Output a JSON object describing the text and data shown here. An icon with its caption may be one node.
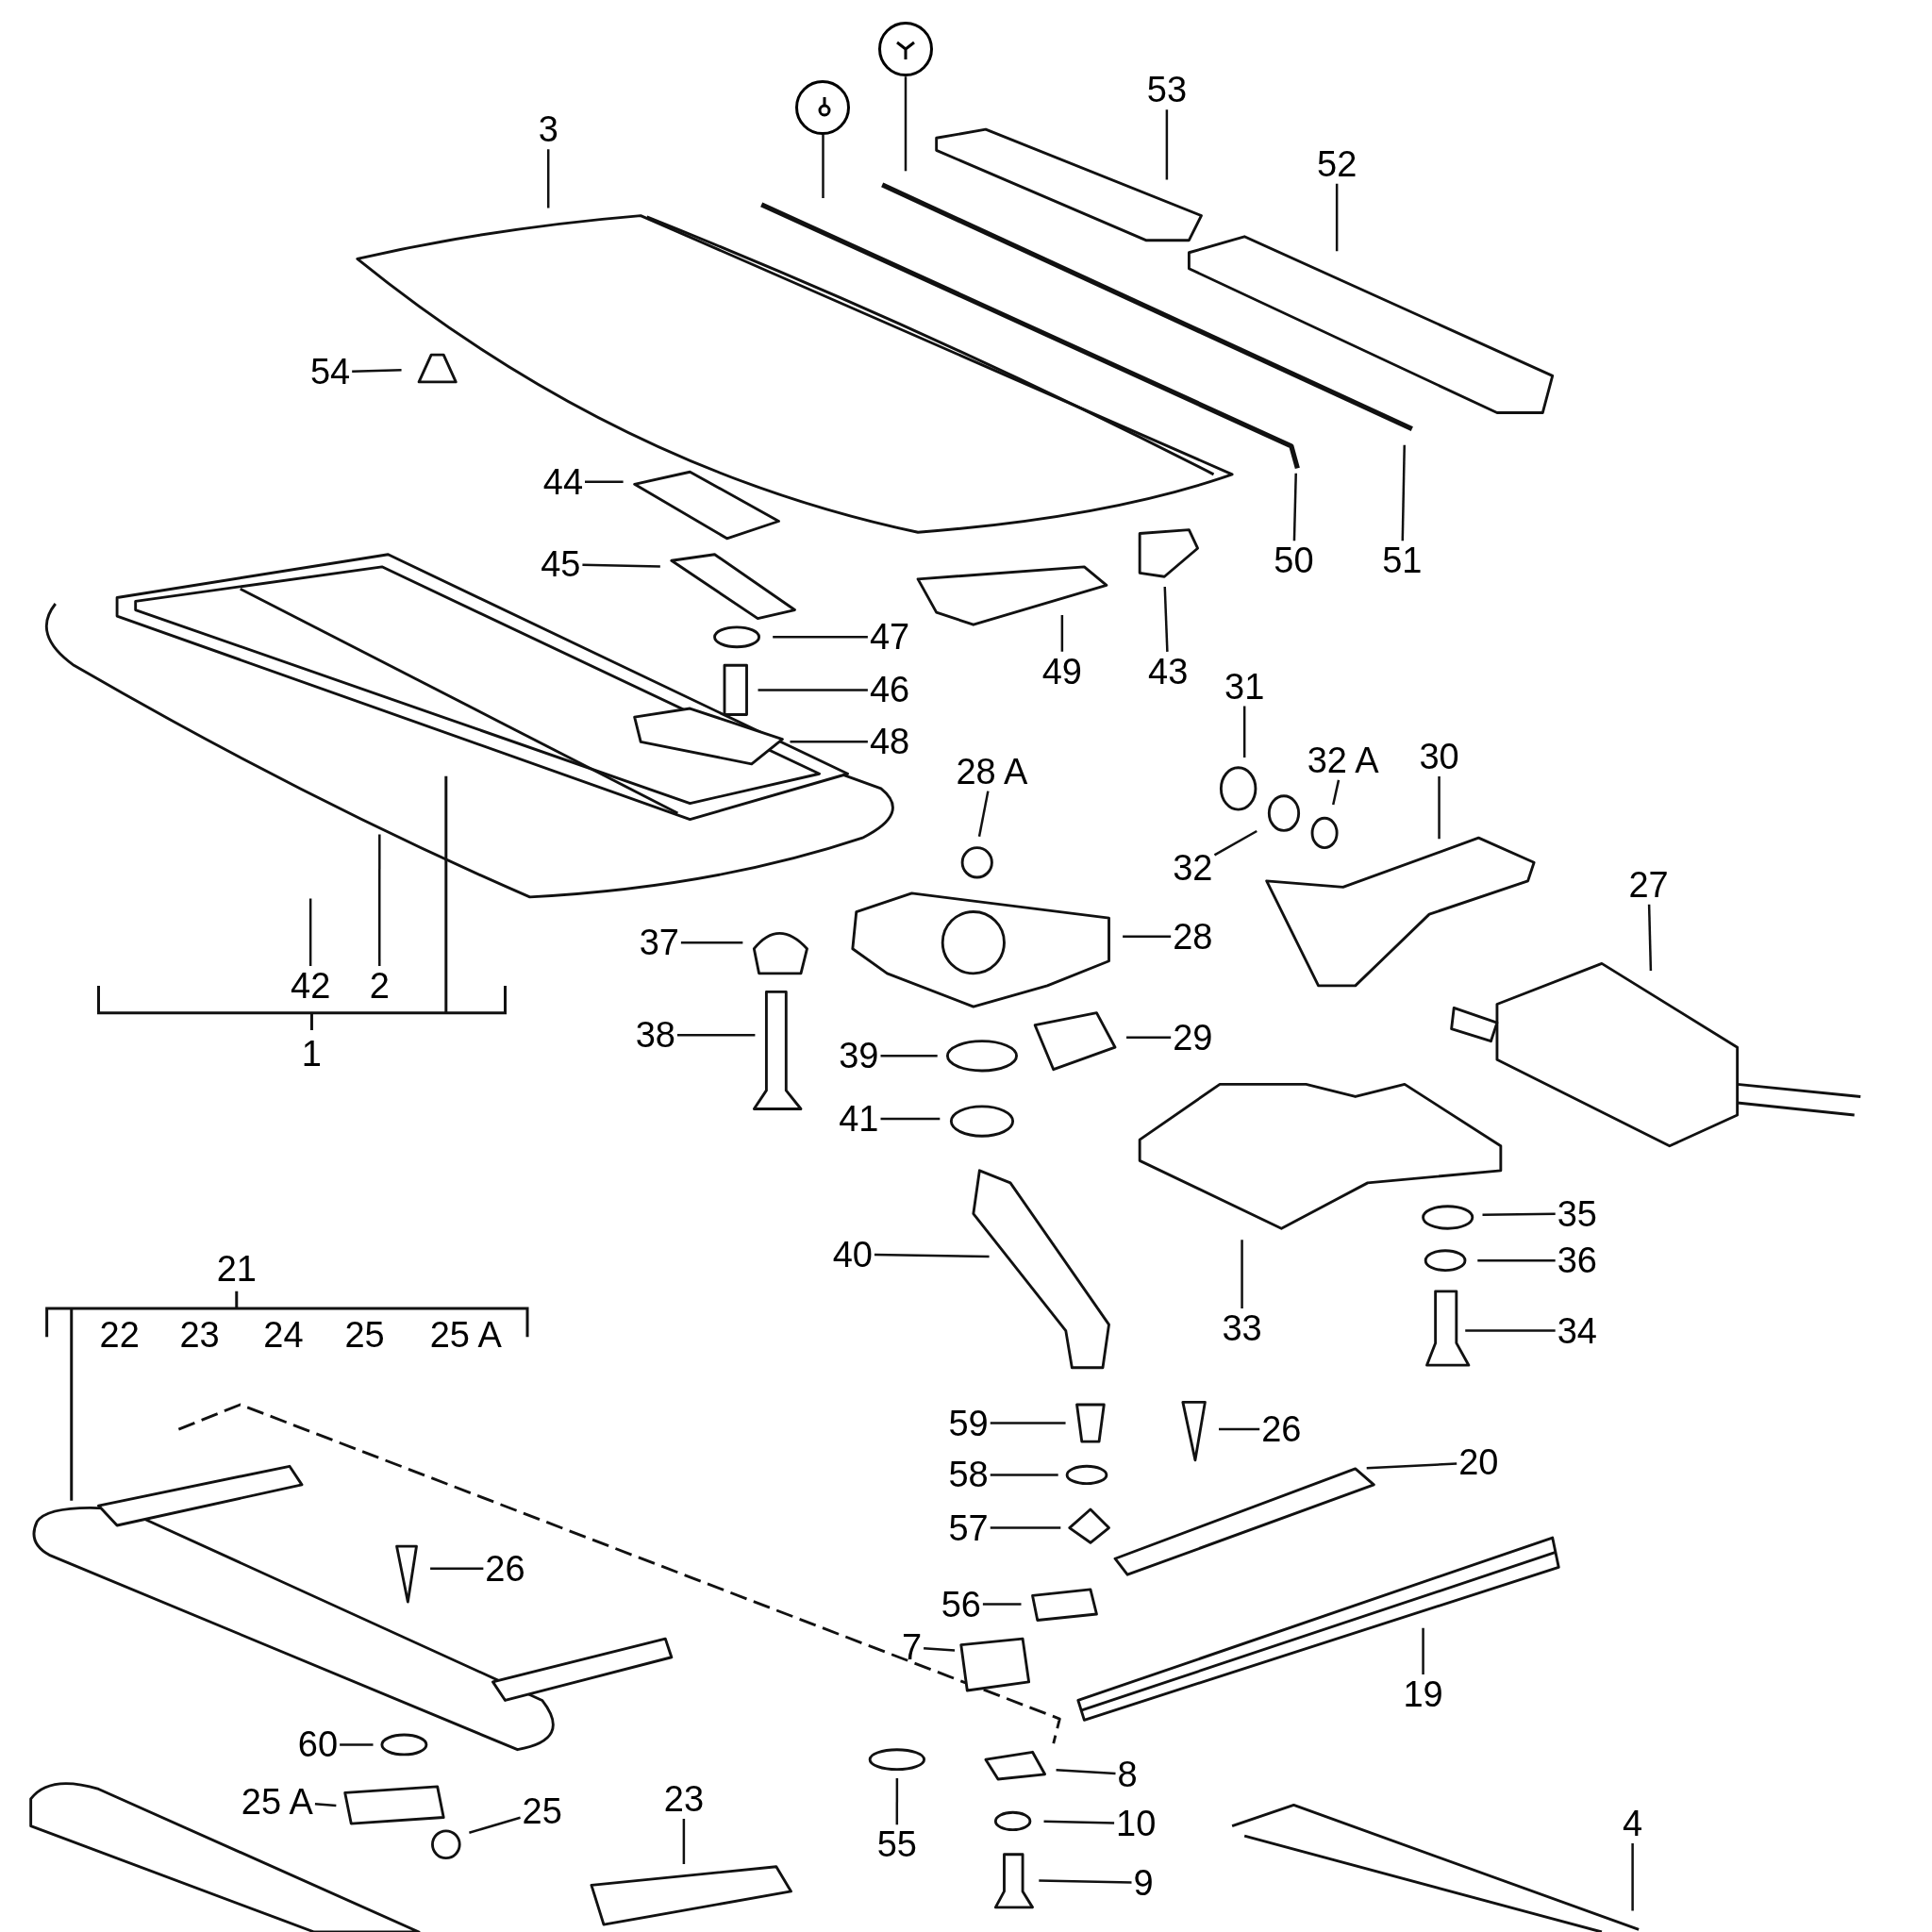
{
  "diagram": {
    "nodes": [
      {
        "text": [
          "3"
        ]
      },
      {
        "text": [],
        "shape": "circle"
      },
      {
        "text": [],
        "shape": "circle"
      },
      {
        "text": [
          "53"
        ]
      },
      {
        "text": [
          "52"
        ]
      },
      {
        "text": [
          "54"
        ]
      },
      {
        "text": [
          "44"
        ]
      },
      {
        "text": [
          "45"
        ]
      },
      {
        "text": [
          "50"
        ]
      },
      {
        "text": [
          "51"
        ]
      },
      {
        "text": [
          "47"
        ]
      },
      {
        "text": [
          "49"
        ]
      },
      {
        "text": [
          "43"
        ]
      },
      {
        "text": [
          "31"
        ]
      },
      {
        "text": [
          "46"
        ]
      },
      {
        "text": [
          "48"
        ]
      },
      {
        "text": [
          "28 A"
        ]
      },
      {
        "text": [
          "32 A"
        ]
      },
      {
        "text": [
          "30"
        ]
      },
      {
        "text": [
          "32"
        ]
      },
      {
        "text": [
          "27"
        ]
      },
      {
        "text": [
          "28"
        ]
      },
      {
        "text": [
          "37"
        ]
      },
      {
        "text": [
          "42"
        ]
      },
      {
        "text": [
          "2"
        ]
      },
      {
        "text": [
          "38"
        ]
      },
      {
        "text": [
          "29"
        ]
      },
      {
        "text": [
          "39"
        ]
      },
      {
        "text": [
          "41"
        ]
      },
      {
        "text": [
          "35"
        ]
      },
      {
        "text": [
          "40"
        ]
      },
      {
        "text": [
          "36"
        ]
      },
      {
        "text": [
          "33"
        ]
      },
      {
        "text": [
          "34"
        ]
      },
      {
        "text": [
          "59"
        ]
      },
      {
        "text": [
          "26"
        ]
      },
      {
        "text": [
          "20"
        ]
      },
      {
        "text": [
          "58"
        ]
      },
      {
        "text": [
          "57"
        ]
      },
      {
        "text": [
          "26"
        ]
      },
      {
        "text": [
          "56"
        ]
      },
      {
        "text": [
          "7"
        ]
      },
      {
        "text": [
          "19"
        ]
      },
      {
        "text": [
          "60"
        ]
      },
      {
        "text": [
          "8"
        ]
      },
      {
        "text": [
          "25 A"
        ]
      },
      {
        "text": [
          "23"
        ]
      },
      {
        "text": [
          "25"
        ]
      },
      {
        "text": [
          "4"
        ]
      },
      {
        "text": [
          "10"
        ]
      },
      {
        "text": [
          "55"
        ]
      },
      {
        "text": [
          "9"
        ]
      }
    ],
    "edges": [
      {
        "from": 0,
        "to": null,
        "arrow": "none"
      },
      {
        "from": 1,
        "to": null,
        "arrow": "none"
      },
      {
        "from": 2,
        "to": null,
        "arrow": "none"
      },
      {
        "from": 3,
        "to": null,
        "arrow": "none"
      },
      {
        "from": 4,
        "to": null,
        "arrow": "none"
      },
      {
        "from": 5,
        "to": null,
        "arrow": "none"
      },
      {
        "from": 6,
        "to": null,
        "arrow": "none"
      },
      {
        "from": 7,
        "to": null,
        "arrow": "none"
      },
      {
        "from": 8,
        "to": null,
        "arrow": "none"
      },
      {
        "from": 9,
        "to": null,
        "arrow": "none"
      },
      {
        "from": 10,
        "to": null,
        "arrow": "none"
      },
      {
        "from": 11,
        "to": null,
        "arrow": "none"
      },
      {
        "from": 12,
        "to": null,
        "arrow": "none"
      },
      {
        "from": 13,
        "to": null,
        "arrow": "none"
      },
      {
        "from": 14,
        "to": null,
        "arrow": "none"
      },
      {
        "from": 15,
        "to": null,
        "arrow": "none"
      },
      {
        "from": 16,
        "to": null,
        "arrow": "none"
      },
      {
        "from": 17,
        "to": null,
        "arrow": "none"
      },
      {
        "from": 18,
        "to": null,
        "arrow": "none"
      },
      {
        "from": 19,
        "to": null,
        "arrow": "none"
      },
      {
        "from": 20,
        "to": null,
        "arrow": "none"
      },
      {
        "from": 21,
        "to": null,
        "arrow": "none"
      },
      {
        "from": 22,
        "to": null,
        "arrow": "none"
      },
      {
        "from": 23,
        "to": null,
        "arrow": "none"
      },
      {
        "from": 24,
        "to": null,
        "arrow": "none"
      },
      {
        "from": 25,
        "to": null,
        "arrow": "none"
      },
      {
        "from": 26,
        "to": null,
        "arrow": "none"
      },
      {
        "from": 27,
        "to": null,
        "arrow": "none"
      },
      {
        "from": 28,
        "to": null,
        "arrow": "none"
      },
      {
        "from": 29,
        "to": null,
        "arrow": "none"
      },
      {
        "from": 30,
        "to": null,
        "arrow": "none"
      },
      {
        "from": 31,
        "to": null,
        "arrow": "none"
      },
      {
        "from": 32,
        "to": null,
        "arrow": "none"
      },
      {
        "from": 33,
        "to": null,
        "arrow": "none"
      },
      {
        "from": 34,
        "to": null,
        "arrow": "none"
      },
      {
        "from": 35,
        "to": null,
        "arrow": "none"
      },
      {
        "from": 36,
        "to": null,
        "arrow": "none"
      },
      {
        "from": 37,
        "to": null,
        "arrow": "none"
      },
      {
        "from": 38,
        "to": null,
        "arrow": "none"
      },
      {
        "from": 39,
        "to": null,
        "arrow": "none"
      },
      {
        "from": 40,
        "to": null,
        "arrow": "none"
      },
      {
        "from": 41,
        "to": null,
        "arrow": "none"
      },
      {
        "from": 42,
        "to": null,
        "arrow": "none"
      },
      {
        "from": 43,
        "to": null,
        "arrow": "none"
      },
      {
        "from": 44,
        "to": null,
        "arrow": "none"
      },
      {
        "from": 45,
        "to": null,
        "arrow": "none"
      },
      {
        "from": 46,
        "to": null,
        "arrow": "none"
      },
      {
        "from": 47,
        "to": null,
        "arrow": "none"
      },
      {
        "from": 48,
        "to": null,
        "arrow": "none"
      },
      {
        "from": 49,
        "to": null,
        "arrow": "none"
      },
      {
        "from": 50,
        "to": null,
        "arrow": "none"
      },
      {
        "from": 51,
        "to": null,
        "arrow": "none"
      }
    ],
    "labels": [
      "1",
      "21",
      "22",
      "23",
      "24",
      "25",
      "25 A"
    ]
  }
}
